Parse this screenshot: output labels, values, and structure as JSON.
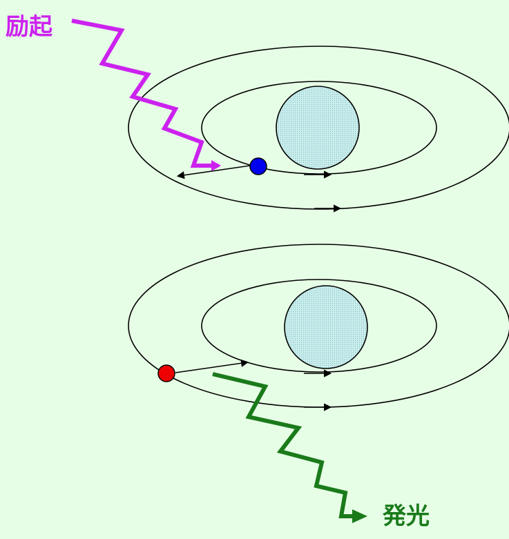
{
  "labels": {
    "excitation": "励起",
    "emission": "発光"
  },
  "colors": {
    "background": "#e6fde6",
    "nucleus_fill": "#bfe9e6",
    "excitation": "#cc22ee",
    "emission": "#1a7a1a",
    "electron_ground": "#0000ee",
    "electron_excited": "#ee0000",
    "orbit": "#000000"
  },
  "diagrams": [
    {
      "name": "excitation-diagram",
      "electron_state": "ground",
      "photon": "incoming"
    },
    {
      "name": "emission-diagram",
      "electron_state": "excited",
      "photon": "outgoing"
    }
  ]
}
